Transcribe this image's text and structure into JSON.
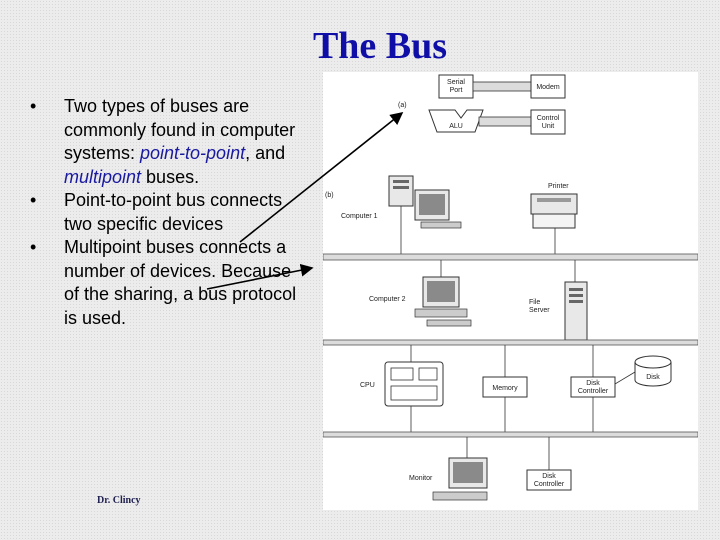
{
  "slide": {
    "title": "The Bus",
    "bullets": [
      {
        "parts": [
          "Two types of buses are commonly found in computer systems: ",
          "point-to-point",
          ", and ",
          "multipoint",
          " buses."
        ]
      },
      {
        "text": "Point-to-point bus connects two specific devices"
      },
      {
        "text": "Multipoint buses connects a number of devices. Because of the sharing, a bus protocol is used."
      }
    ],
    "footer": "Dr. Clincy"
  },
  "figure": {
    "part_a": {
      "label": "(a)",
      "serial_port": [
        "Serial",
        "Port"
      ],
      "modem": "Modem",
      "alu": "ALU",
      "control_unit": [
        "Control",
        "Unit"
      ]
    },
    "part_b": {
      "label": "(b)",
      "computer1": "Computer 1",
      "printer": "Printer",
      "computer2": "Computer 2",
      "file_server": [
        "File",
        "Server"
      ],
      "cpu": "CPU",
      "memory": "Memory",
      "disk_controller": [
        "Disk",
        "Controller"
      ],
      "disk": "Disk",
      "monitor": "Monitor",
      "disk_controller_2": [
        "Disk",
        "Controller"
      ]
    }
  }
}
